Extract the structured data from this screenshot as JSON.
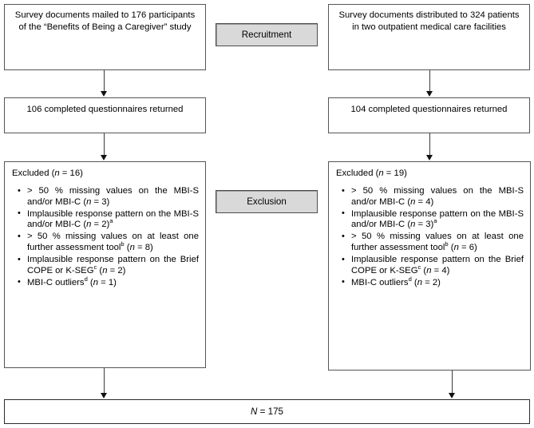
{
  "diagram": {
    "title": "Participant flow diagram",
    "colors": {
      "box_border": "#4d4d4d",
      "shaded_fill": "#d9d9d9",
      "line": "#3a3a3a",
      "text": "#000000"
    },
    "stage_labels": [
      {
        "name": "recruitment",
        "text": "Recruitment"
      },
      {
        "name": "exclusion",
        "text": "Exclusion"
      }
    ],
    "left_branch": {
      "source_box": "Survey documents mailed to 176 participants of the “Benefits of Being a Caregiver” study",
      "returned_box": "106 completed questionnaires returned",
      "excluded_header_prefix": "Excluded (",
      "excluded_header_n": "n",
      "excluded_header_eq": " = 16)",
      "reasons": [
        {
          "text_before": "> 50 % missing values on the MBI-S and/or MBI-C (",
          "italic_n": "n",
          "text_after": " = 3)",
          "superscript": ""
        },
        {
          "text_before": "Implausible response pattern on the MBI-S and/or MBI-C (",
          "italic_n": "n",
          "text_after": " = 2)",
          "superscript": "a"
        },
        {
          "text_before": "> 50 % missing values on at least one further assessment tool",
          "italic_n": "n",
          "text_after": " = 8)",
          "superscript": "b",
          "mid": " ("
        },
        {
          "text_before": "Implausible response pattern on the Brief COPE or K-SEG",
          "italic_n": "n",
          "text_after": " = 2)",
          "superscript": "c",
          "mid": " ("
        },
        {
          "text_before": "MBI-C outliers",
          "italic_n": "n",
          "text_after": " = 1)",
          "superscript": "d",
          "mid": " ("
        }
      ]
    },
    "right_branch": {
      "source_box": "Survey documents distributed to 324 patients in two outpatient medical care facilities",
      "returned_box": "104 completed questionnaires returned",
      "excluded_header_prefix": "Excluded (",
      "excluded_header_n": "n",
      "excluded_header_eq": " = 19)",
      "reasons": [
        {
          "text_before": "> 50 % missing values on the MBI-S and/or MBI-C (",
          "italic_n": "n",
          "text_after": " = 4)",
          "superscript": ""
        },
        {
          "text_before": "Implausible response pattern on the MBI-S and/or MBI-C (",
          "italic_n": "n",
          "text_after": " = 3)",
          "superscript": "a"
        },
        {
          "text_before": "> 50 % missing values on at least one further assessment tool",
          "italic_n": "n",
          "text_after": " = 6)",
          "superscript": "b",
          "mid": " ("
        },
        {
          "text_before": "Implausible response pattern on the Brief COPE or K-SEG",
          "italic_n": "n",
          "text_after": " = 4)",
          "superscript": "c",
          "mid": " ("
        },
        {
          "text_before": "MBI-C outliers",
          "italic_n": "n",
          "text_after": " = 2)",
          "superscript": "d",
          "mid": " ("
        }
      ]
    },
    "final_box": {
      "italic_n": "N",
      "value": " = 175"
    }
  }
}
